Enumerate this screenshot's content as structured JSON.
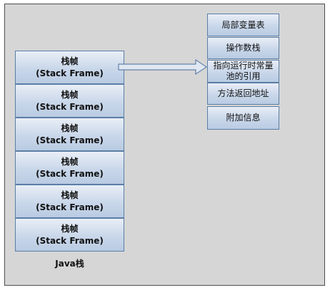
{
  "stack": {
    "frames": [
      {
        "title": "栈帧",
        "subtitle": "(Stack Frame)"
      },
      {
        "title": "栈帧",
        "subtitle": "(Stack Frame)"
      },
      {
        "title": "栈帧",
        "subtitle": "(Stack Frame)"
      },
      {
        "title": "栈帧",
        "subtitle": "(Stack Frame)"
      },
      {
        "title": "栈帧",
        "subtitle": "(Stack Frame)"
      },
      {
        "title": "栈帧",
        "subtitle": "(Stack Frame)"
      }
    ],
    "label": "Java栈"
  },
  "frame_detail": {
    "items": [
      "局部变量表",
      "操作数栈",
      "指向运行时常量池的引用",
      "方法返回地址",
      "附加信息"
    ]
  },
  "colors": {
    "background": "#d6d6d6",
    "box_border": "#5a7ea6",
    "box_fill": "#c9d7ea"
  }
}
